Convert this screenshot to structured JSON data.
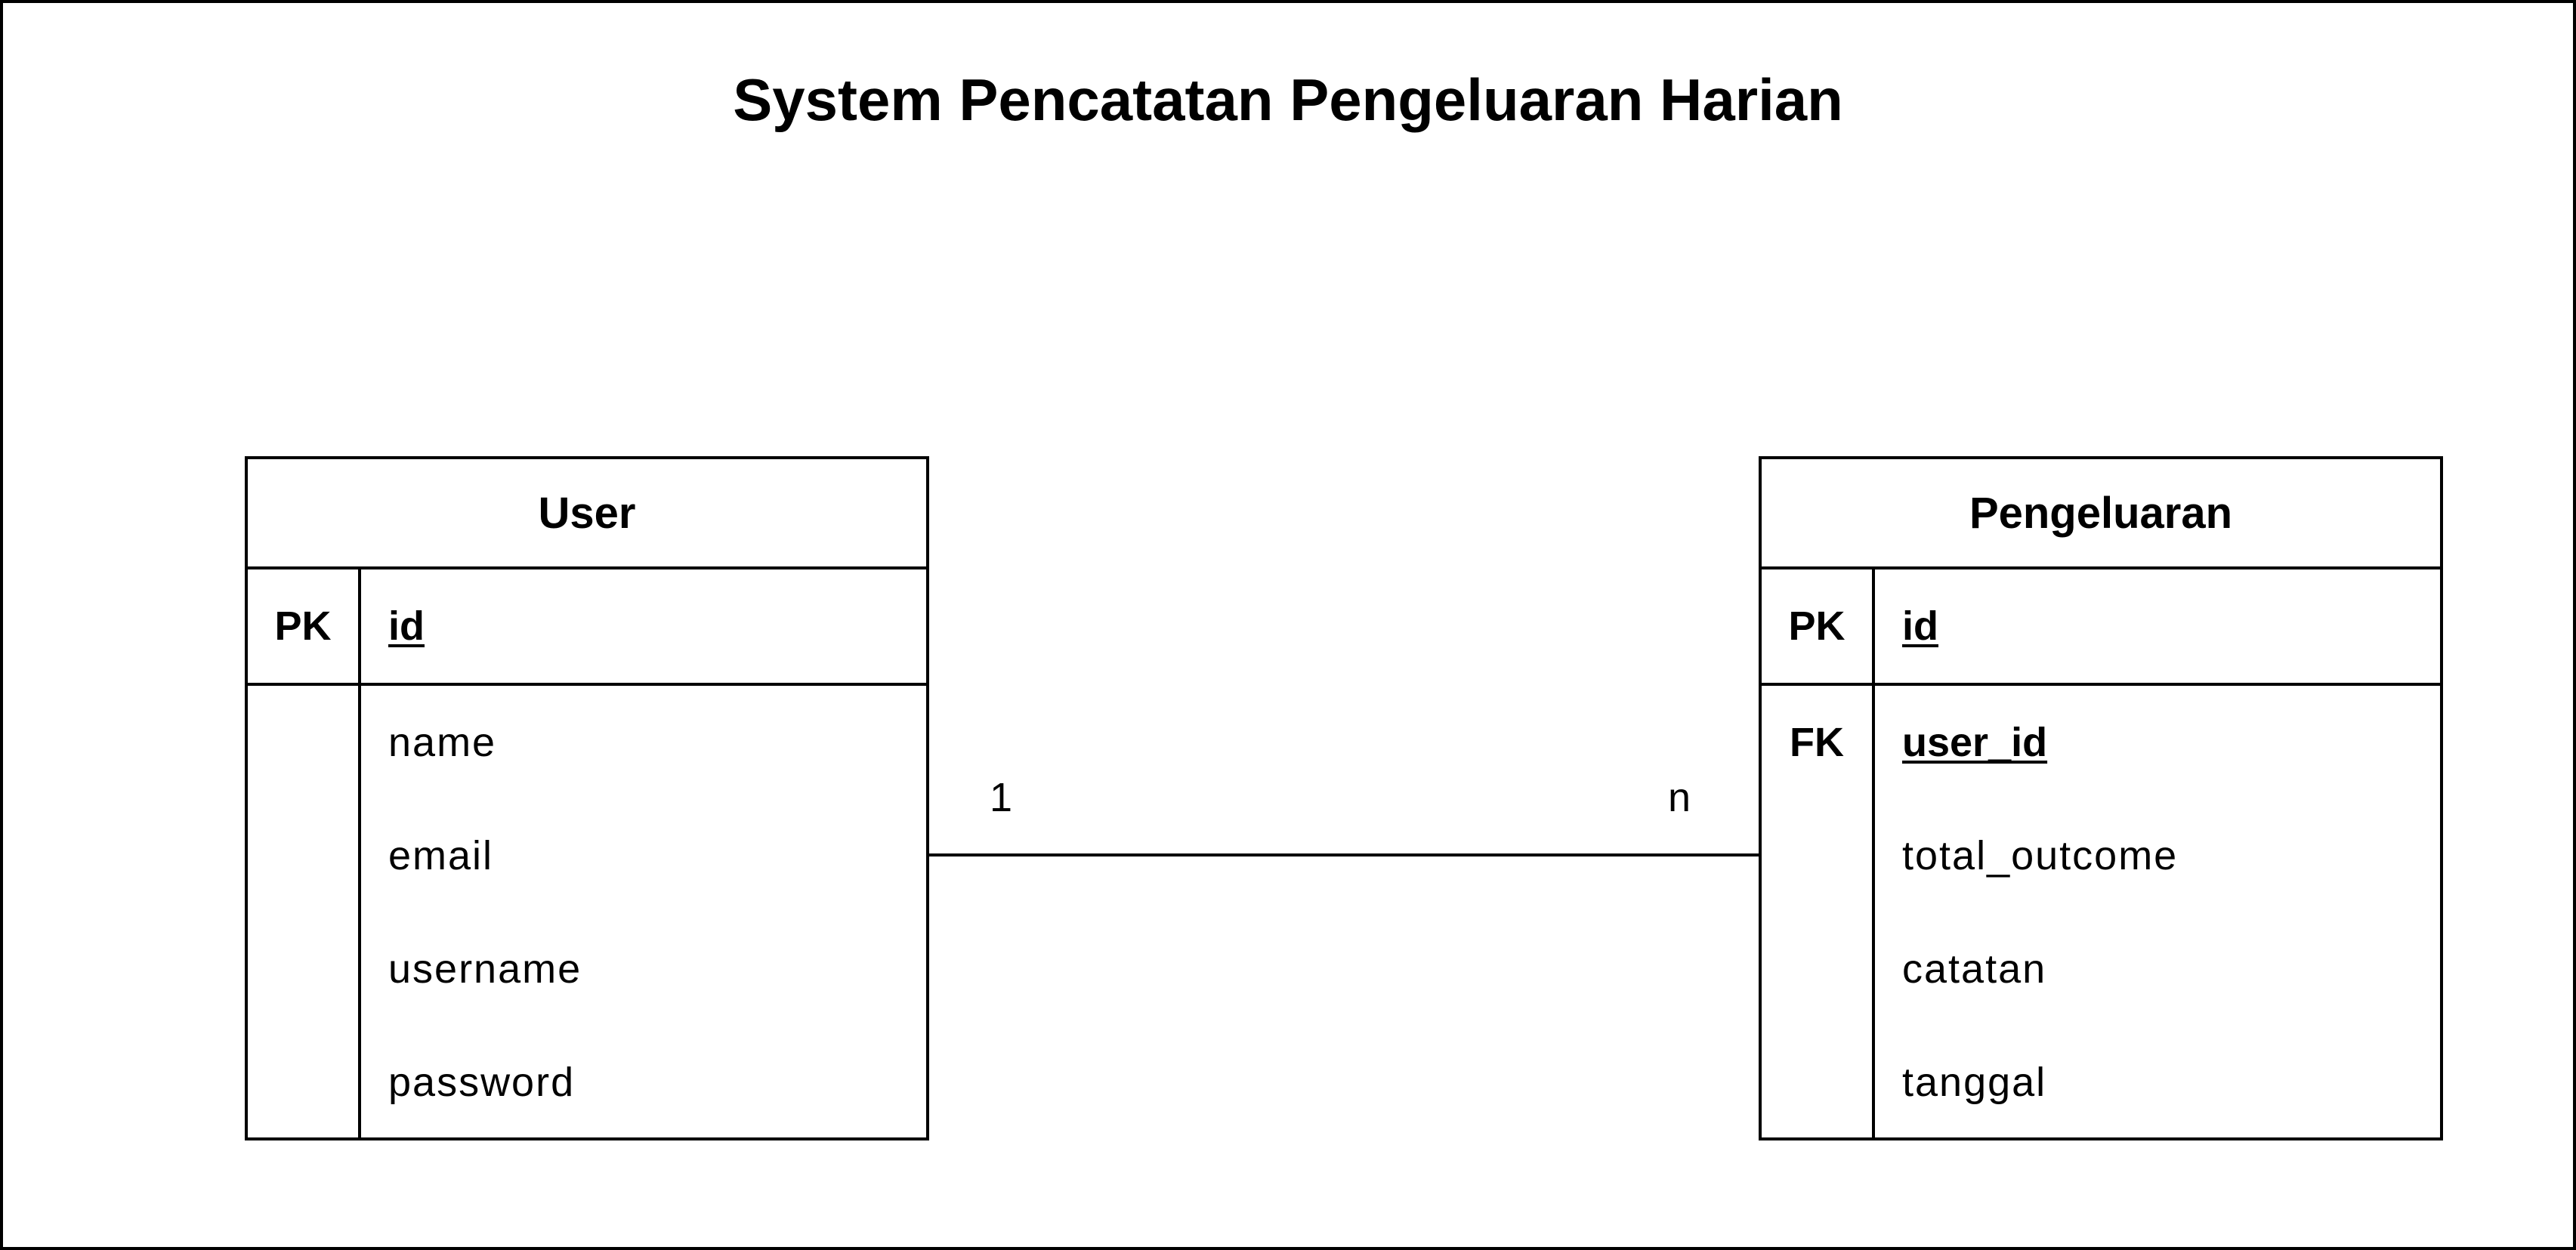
{
  "title": "System Pencatatan Pengeluaran Harian",
  "entities": {
    "user": {
      "name": "User",
      "pk_label": "PK",
      "pk_field": "id",
      "fields": [
        "name",
        "email",
        "username",
        "password"
      ]
    },
    "pengeluaran": {
      "name": "Pengeluaran",
      "pk_label": "PK",
      "pk_field": "id",
      "fk_label": "FK",
      "fk_field": "user_id",
      "fields": [
        "total_outcome",
        "catatan",
        "tanggal"
      ]
    }
  },
  "relationship": {
    "from_cardinality": "1",
    "to_cardinality": "n"
  }
}
